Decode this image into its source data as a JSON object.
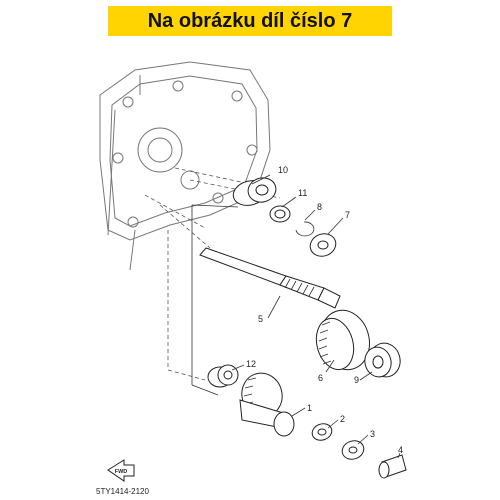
{
  "banner": {
    "text": "Na obrázku díl číslo 7",
    "background": "#FFD400"
  },
  "callouts": [
    "1",
    "2",
    "3",
    "4",
    "5",
    "6",
    "7",
    "8",
    "9",
    "10",
    "11",
    "12"
  ],
  "fwd_label": "FWD",
  "diagram_code": "5TY1414-2120"
}
